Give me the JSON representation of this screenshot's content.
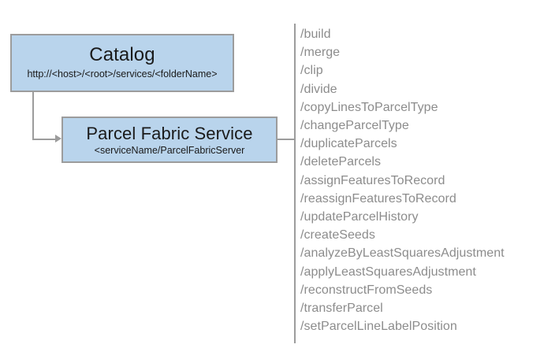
{
  "diagram": {
    "nodes": {
      "catalog": {
        "title": "Catalog",
        "subtitle": "http://<host>/<root>/services/<folderName>"
      },
      "service": {
        "title": "Parcel Fabric Service",
        "subtitle": "<serviceName/ParcelFabricServer"
      }
    },
    "operations": [
      "/build",
      "/merge",
      "/clip",
      "/divide",
      "/copyLinesToParcelType",
      "/changeParcelType",
      "/duplicateParcels",
      "/deleteParcels",
      "/assignFeaturesToRecord",
      "/reassignFeaturesToRecord",
      "/updateParcelHistory",
      "/createSeeds",
      "/analyzeByLeastSquaresAdjustment",
      "/applyLeastSquaresAdjustment",
      "/reconstructFromSeeds",
      "/transferParcel",
      "/setParcelLineLabelPosition"
    ],
    "colors": {
      "node_fill": "#b9d4ec",
      "node_border": "#9c9c9c",
      "connector": "#9c9c9c",
      "operation_text": "#8c8c8c",
      "node_text": "#1a1a1a",
      "background": "#ffffff"
    }
  }
}
